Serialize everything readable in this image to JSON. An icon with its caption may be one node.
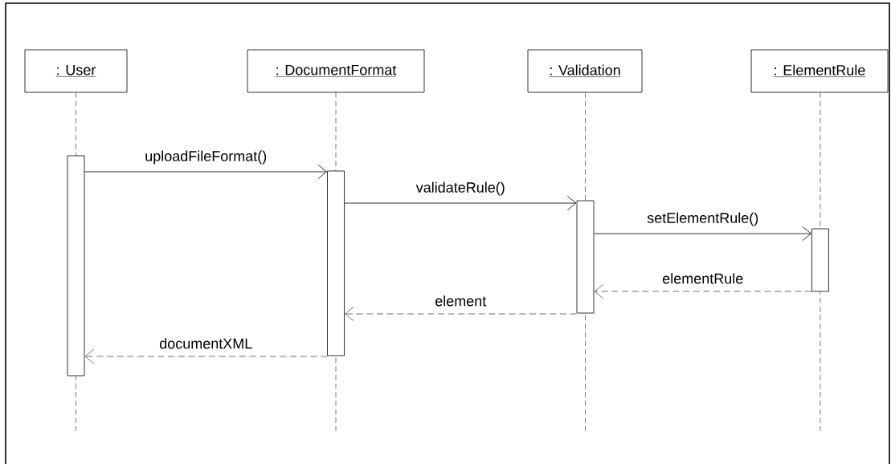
{
  "diagram": {
    "nodes": [
      {
        "text": [
          ": User"
        ]
      },
      {
        "text": [
          ": DocumentFormat"
        ]
      },
      {
        "text": [
          ": Validation"
        ]
      },
      {
        "text": [
          ": ElementRule"
        ]
      },
      {
        "text": [],
        "shape": "bar"
      },
      {
        "text": [],
        "shape": "bar"
      },
      {
        "text": [],
        "shape": "bar"
      },
      {
        "text": [],
        "shape": "bar"
      }
    ],
    "edges": [
      {
        "from": 4,
        "to": 5,
        "arrow": "to",
        "label": "uploadFileFormat()"
      },
      {
        "from": 5,
        "to": 6,
        "arrow": "to",
        "label": "validateRule()"
      },
      {
        "from": 6,
        "to": 7,
        "arrow": "to",
        "label": "setElementRule()"
      },
      {
        "from": 7,
        "to": 6,
        "arrow": "to",
        "label": "elementRule",
        "style": "dashed"
      },
      {
        "from": 6,
        "to": 5,
        "arrow": "to",
        "label": "element",
        "style": "dashed"
      },
      {
        "from": 5,
        "to": 4,
        "arrow": "to",
        "label": "documentXML",
        "style": "dashed"
      }
    ]
  }
}
